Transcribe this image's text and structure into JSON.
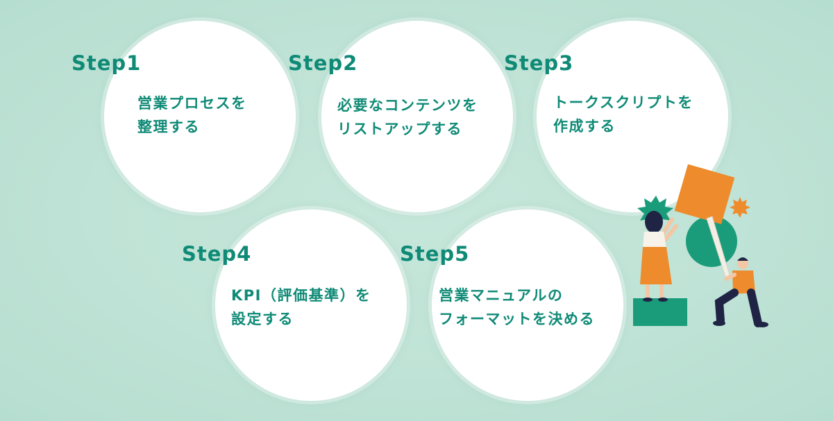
{
  "steps": [
    {
      "label": "Step1",
      "lines": [
        "営業プロセスを",
        "整理する"
      ]
    },
    {
      "label": "Step2",
      "lines": [
        "必要なコンテンツを",
        "リストアップする"
      ]
    },
    {
      "label": "Step3",
      "lines": [
        "トークスクリプトを",
        "作成する"
      ]
    },
    {
      "label": "Step4",
      "lines": [
        "KPI（評価基準）を",
        "設定する"
      ]
    },
    {
      "label": "Step5",
      "lines": [
        "営業マニュアルの",
        "フォーマットを決める"
      ]
    }
  ],
  "colors": {
    "accent": "#0f8a76",
    "background": "#bfe3d6",
    "orange": "#ee8b2c",
    "green": "#1a9c7b",
    "navy": "#1f2444"
  },
  "illustration": {
    "icon": "team-building-illustration"
  }
}
